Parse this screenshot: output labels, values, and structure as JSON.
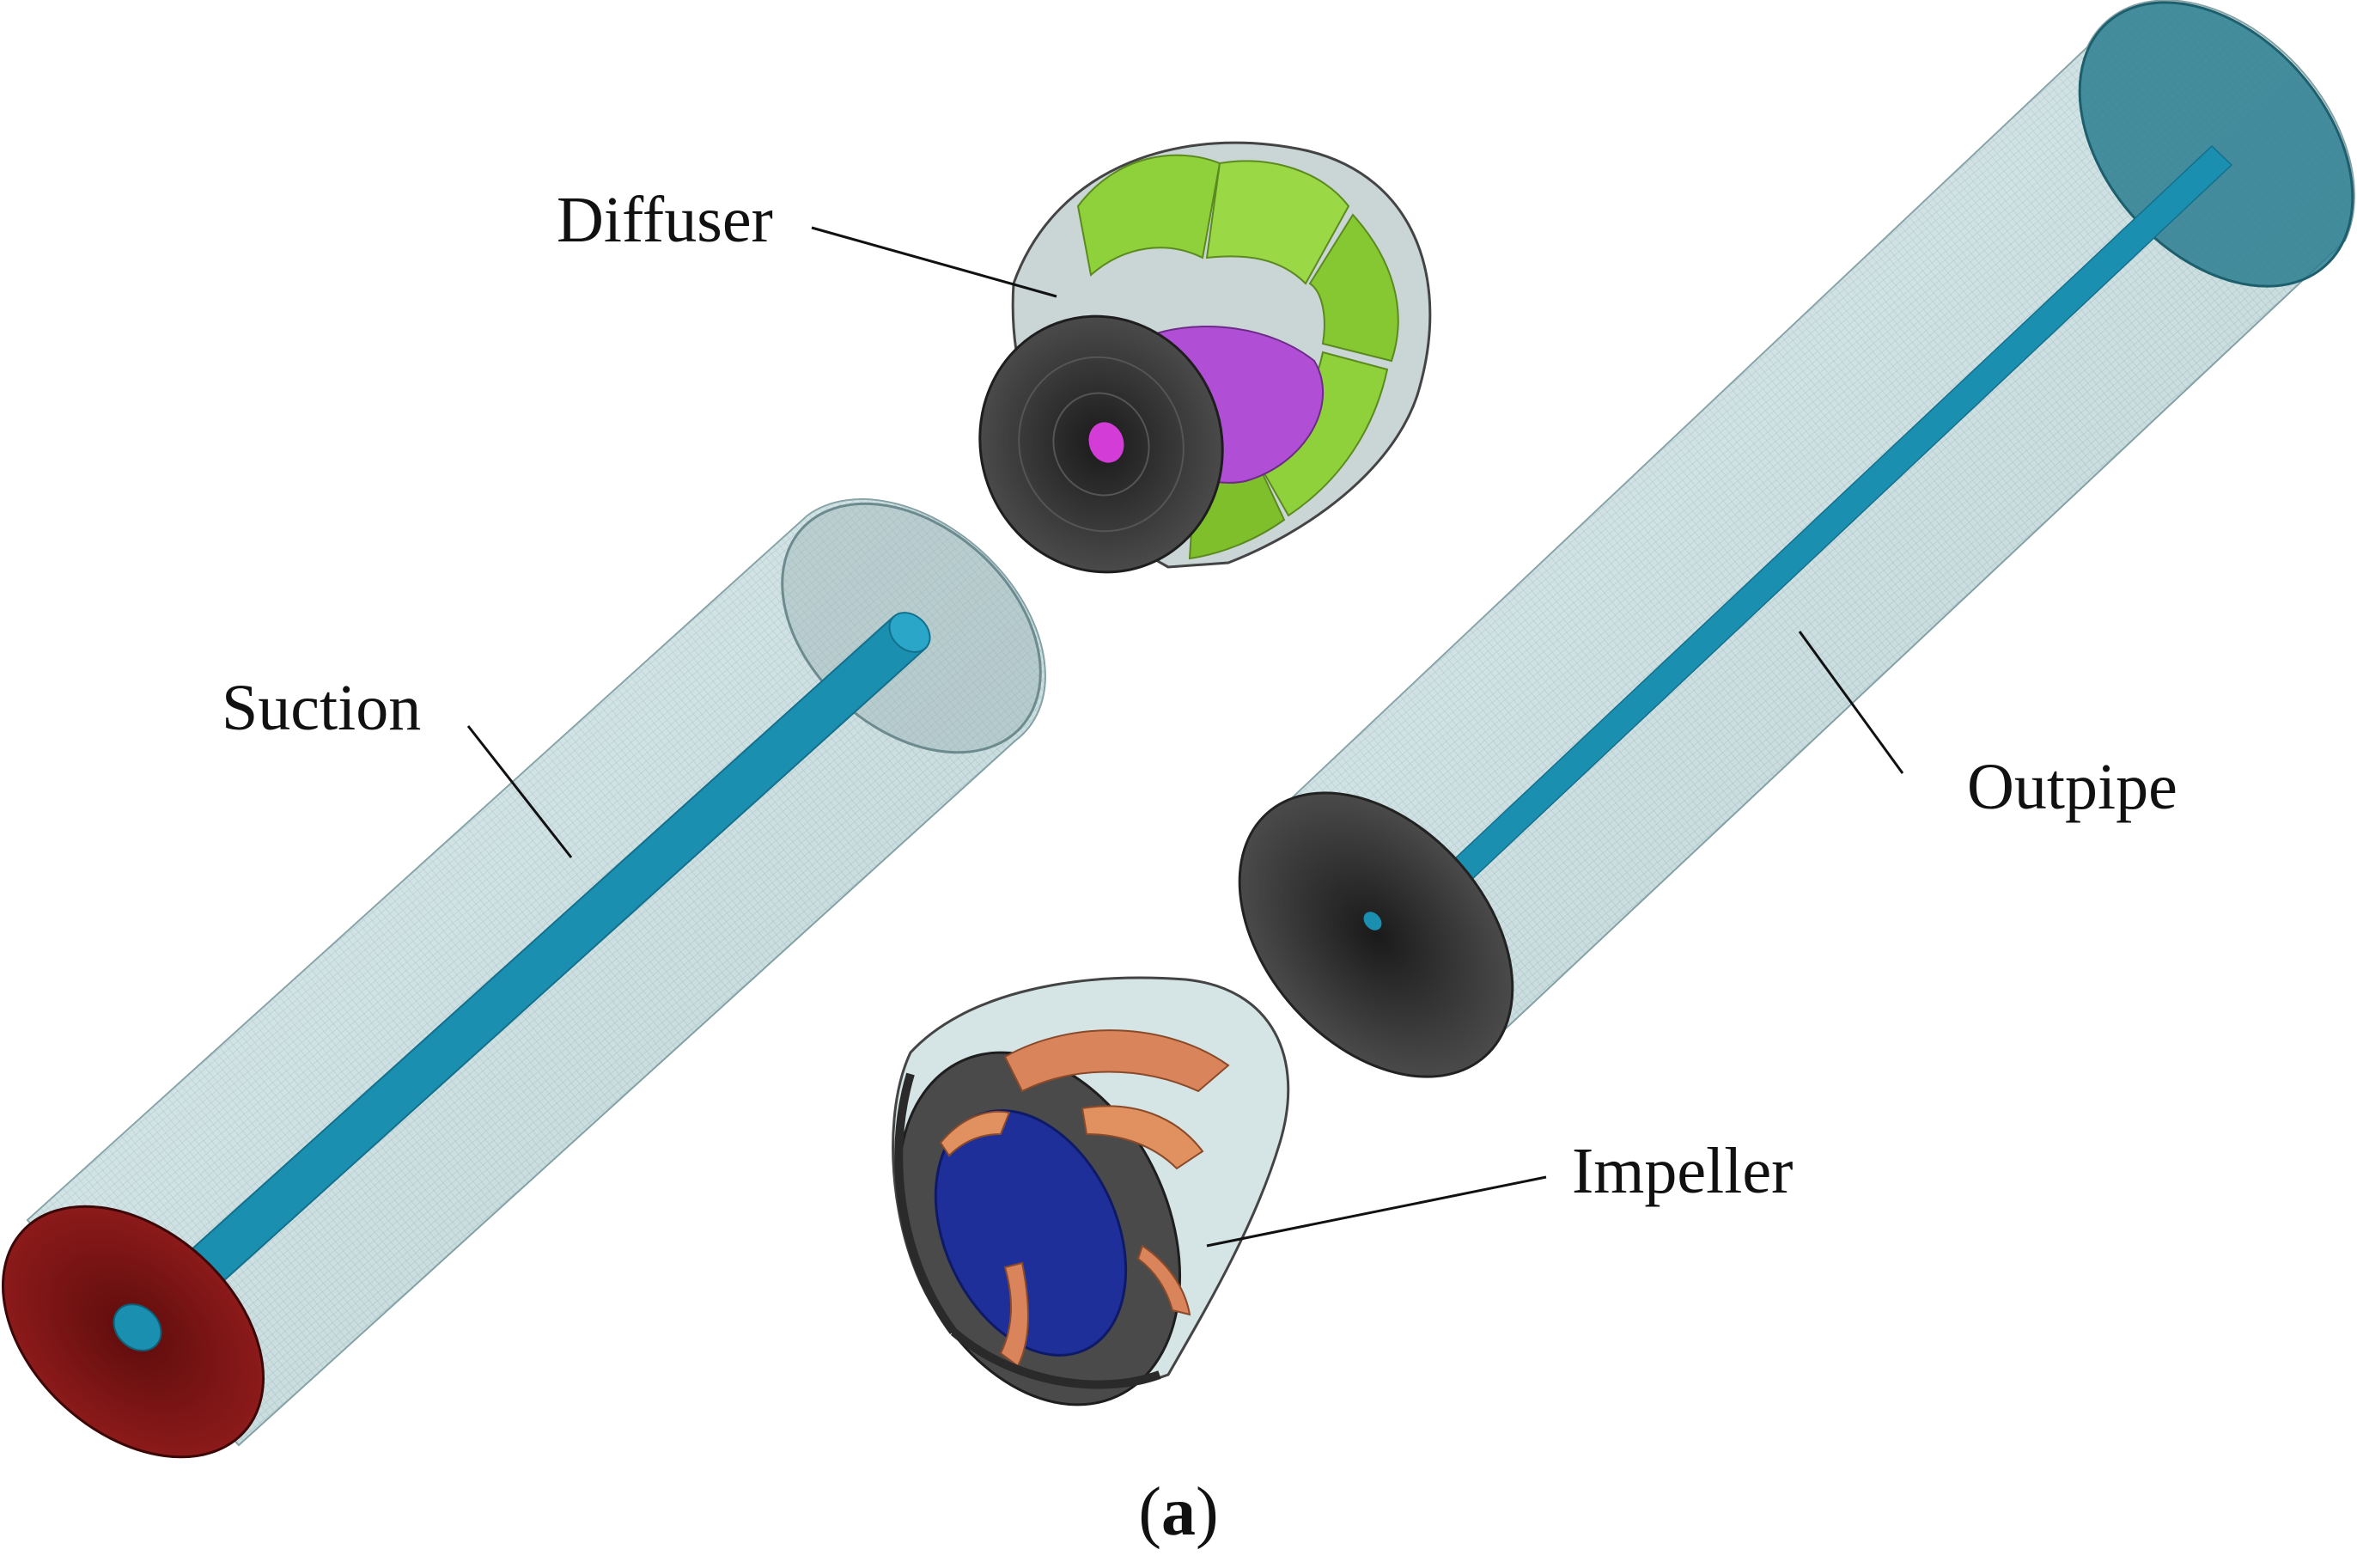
{
  "labels": {
    "diffuser": "Diffuser",
    "suction": "Suction",
    "outpipe": "Outpipe",
    "impeller": "Impeller"
  },
  "caption": {
    "open": "(",
    "letter": "a",
    "close": ")"
  },
  "colors": {
    "mesh_surface": "#cfe4e6",
    "mesh_line": "#9dbcc0",
    "shaft": "#1b8fb0",
    "end_face_dark": "#2e2e2e",
    "suction_inlet": "#7a1414",
    "diffuser_blade": "#8fd13a",
    "diffuser_hub": "#b04fd6",
    "impeller_blade": "#d9845a",
    "impeller_hub": "#1f2f9a",
    "leader_line": "#111111"
  }
}
